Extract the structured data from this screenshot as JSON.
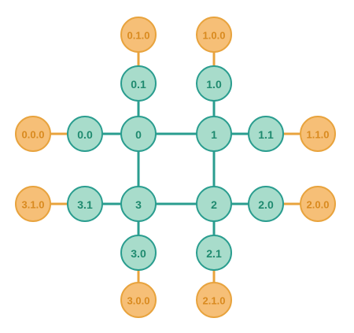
{
  "colors": {
    "green_fill": "#a8dccb",
    "green_stroke": "#2a9d8f",
    "green_text": "#1f8a6f",
    "orange_fill": "#f6bf77",
    "orange_stroke": "#e8a33d",
    "orange_text": "#d98a1f"
  },
  "nodes": [
    {
      "id": "0",
      "label": "0",
      "tier": "core"
    },
    {
      "id": "1",
      "label": "1",
      "tier": "core"
    },
    {
      "id": "2",
      "label": "2",
      "tier": "core"
    },
    {
      "id": "3",
      "label": "3",
      "tier": "core"
    },
    {
      "id": "0.0",
      "label": "0.0",
      "tier": "second"
    },
    {
      "id": "0.1",
      "label": "0.1",
      "tier": "second"
    },
    {
      "id": "1.0",
      "label": "1.0",
      "tier": "second"
    },
    {
      "id": "1.1",
      "label": "1.1",
      "tier": "second"
    },
    {
      "id": "2.0",
      "label": "2.0",
      "tier": "second"
    },
    {
      "id": "2.1",
      "label": "2.1",
      "tier": "second"
    },
    {
      "id": "3.0",
      "label": "3.0",
      "tier": "second"
    },
    {
      "id": "3.1",
      "label": "3.1",
      "tier": "second"
    },
    {
      "id": "0.0.0",
      "label": "0.0.0",
      "tier": "third"
    },
    {
      "id": "0.1.0",
      "label": "0.1.0",
      "tier": "third"
    },
    {
      "id": "1.0.0",
      "label": "1.0.0",
      "tier": "third"
    },
    {
      "id": "1.1.0",
      "label": "1.1.0",
      "tier": "third"
    },
    {
      "id": "2.0.0",
      "label": "2.0.0",
      "tier": "third"
    },
    {
      "id": "2.1.0",
      "label": "2.1.0",
      "tier": "third"
    },
    {
      "id": "3.0.0",
      "label": "3.0.0",
      "tier": "third"
    },
    {
      "id": "3.1.0",
      "label": "3.1.0",
      "tier": "third"
    }
  ],
  "edges": [
    [
      "0",
      "1"
    ],
    [
      "1",
      "2"
    ],
    [
      "2",
      "3"
    ],
    [
      "3",
      "0"
    ],
    [
      "0",
      "0.0"
    ],
    [
      "0",
      "0.1"
    ],
    [
      "1",
      "1.0"
    ],
    [
      "1",
      "1.1"
    ],
    [
      "2",
      "2.0"
    ],
    [
      "2",
      "2.1"
    ],
    [
      "3",
      "3.0"
    ],
    [
      "3",
      "3.1"
    ],
    [
      "0.0",
      "0.0.0"
    ],
    [
      "0.1",
      "0.1.0"
    ],
    [
      "1.0",
      "1.0.0"
    ],
    [
      "1.1",
      "1.1.0"
    ],
    [
      "2.0",
      "2.0.0"
    ],
    [
      "2.1",
      "2.1.0"
    ],
    [
      "3.0",
      "3.0.0"
    ],
    [
      "3.1",
      "3.1.0"
    ]
  ]
}
